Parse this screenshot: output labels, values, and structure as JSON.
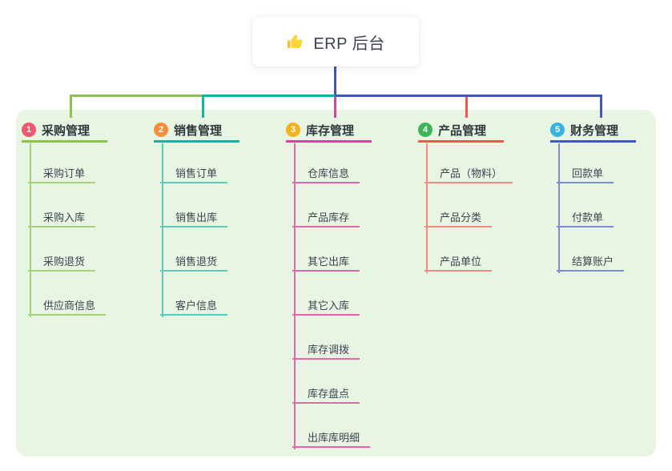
{
  "root": {
    "title": "ERP 后台",
    "icon": "thumbs-up"
  },
  "colors": {
    "background": "#ffffff",
    "panel_bg": "#e8f5e2",
    "root_connector": "#4356c5"
  },
  "branches": [
    {
      "num": "1",
      "label": "采购管理",
      "badge_color": "#f0566e",
      "line_color": "#8ac24a",
      "child_line_color": "#a6d17e",
      "children": [
        "采购订单",
        "采购入库",
        "采购退货",
        "供应商信息"
      ]
    },
    {
      "num": "2",
      "label": "销售管理",
      "badge_color": "#fb8c3c",
      "line_color": "#17b3a2",
      "child_line_color": "#5ecaba",
      "children": [
        "销售订单",
        "销售出库",
        "销售退货",
        "客户信息"
      ]
    },
    {
      "num": "3",
      "label": "库存管理",
      "badge_color": "#f2b31f",
      "line_color": "#dc429c",
      "child_line_color": "#e666ad",
      "children": [
        "仓库信息",
        "产品库存",
        "其它出库",
        "其它入库",
        "库存调拨",
        "库存盘点",
        "出库库明细"
      ]
    },
    {
      "num": "4",
      "label": "产品管理",
      "badge_color": "#3eb554",
      "line_color": "#f4544e",
      "child_line_color": "#f48b82",
      "children": [
        "产品（物料）",
        "产品分类",
        "产品单位"
      ]
    },
    {
      "num": "5",
      "label": "财务管理",
      "badge_color": "#33b4e4",
      "line_color": "#4356c5",
      "child_line_color": "#7e8dd6",
      "children": [
        "回款单",
        "付款单",
        "结算账户"
      ]
    }
  ]
}
